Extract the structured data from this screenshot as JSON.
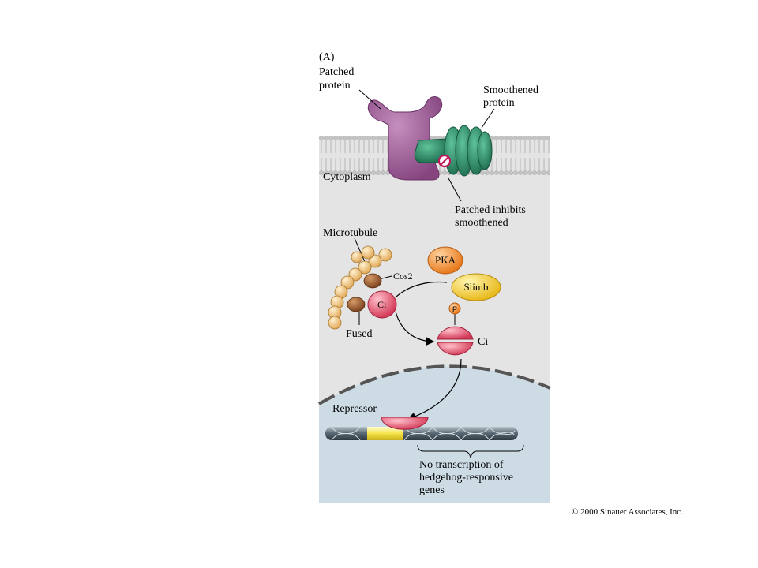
{
  "panel_label": "(A)",
  "labels": {
    "patched_line1": "Patched",
    "patched_line2": "protein",
    "smoothened_line1": "Smoothened",
    "smoothened_line2": "protein",
    "cytoplasm": "Cytoplasm",
    "inhibits_line1": "Patched inhibits",
    "inhibits_line2": "smoothened",
    "microtubule": "Microtubule",
    "cos2": "Cos2",
    "fused": "Fused",
    "ci_complex": "Ci",
    "pka": "PKA",
    "slimb": "Slimb",
    "phospho": "P",
    "ci_free": "Ci",
    "repressor": "Repressor",
    "no_tx_line1": "No transcription of",
    "no_tx_line2": "hedgehog-responsive",
    "no_tx_line3": "genes"
  },
  "copyright": "© 2000 Sinauer Associates, Inc.",
  "colors": {
    "panel_bg": "#e6e6e6",
    "nucleus_bg": "#cfdde6",
    "patched": "#9a5b94",
    "smoothened": "#2f8f6a",
    "membrane_head": "#c8c8c8",
    "bead": "#f3c98a",
    "cos2_fused": "#9a5a2a",
    "ci": "#e0506a",
    "pka": "#f08a2a",
    "slimb": "#f4cf3a",
    "dna_yellow": "#f5e44a",
    "dna_rod": "#6f7f8a"
  }
}
